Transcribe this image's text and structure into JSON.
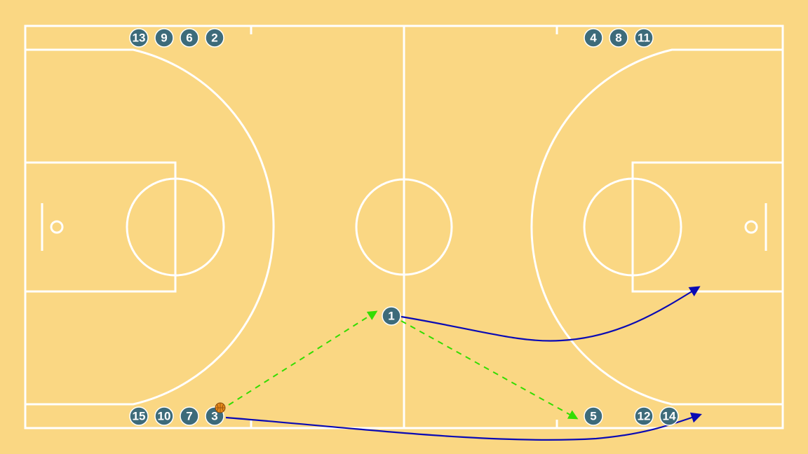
{
  "diagram": {
    "colors": {
      "court_background": "#FAD783",
      "court_lines": "#FFFFFF",
      "player_fill": "#3D6B7A",
      "player_text": "#FFFFFF",
      "pass_line": "#33DD00",
      "cut_line": "#0A0AB4",
      "ball": "#E88A1A"
    },
    "players": {
      "p13": "13",
      "p9": "9",
      "p6": "6",
      "p2": "2",
      "p4": "4",
      "p8": "8",
      "p11": "11",
      "p1": "1",
      "p15": "15",
      "p10": "10",
      "p7": "7",
      "p3": "3",
      "p5": "5",
      "p12": "12",
      "p14": "14"
    },
    "ball_icon": "basketball-icon"
  }
}
